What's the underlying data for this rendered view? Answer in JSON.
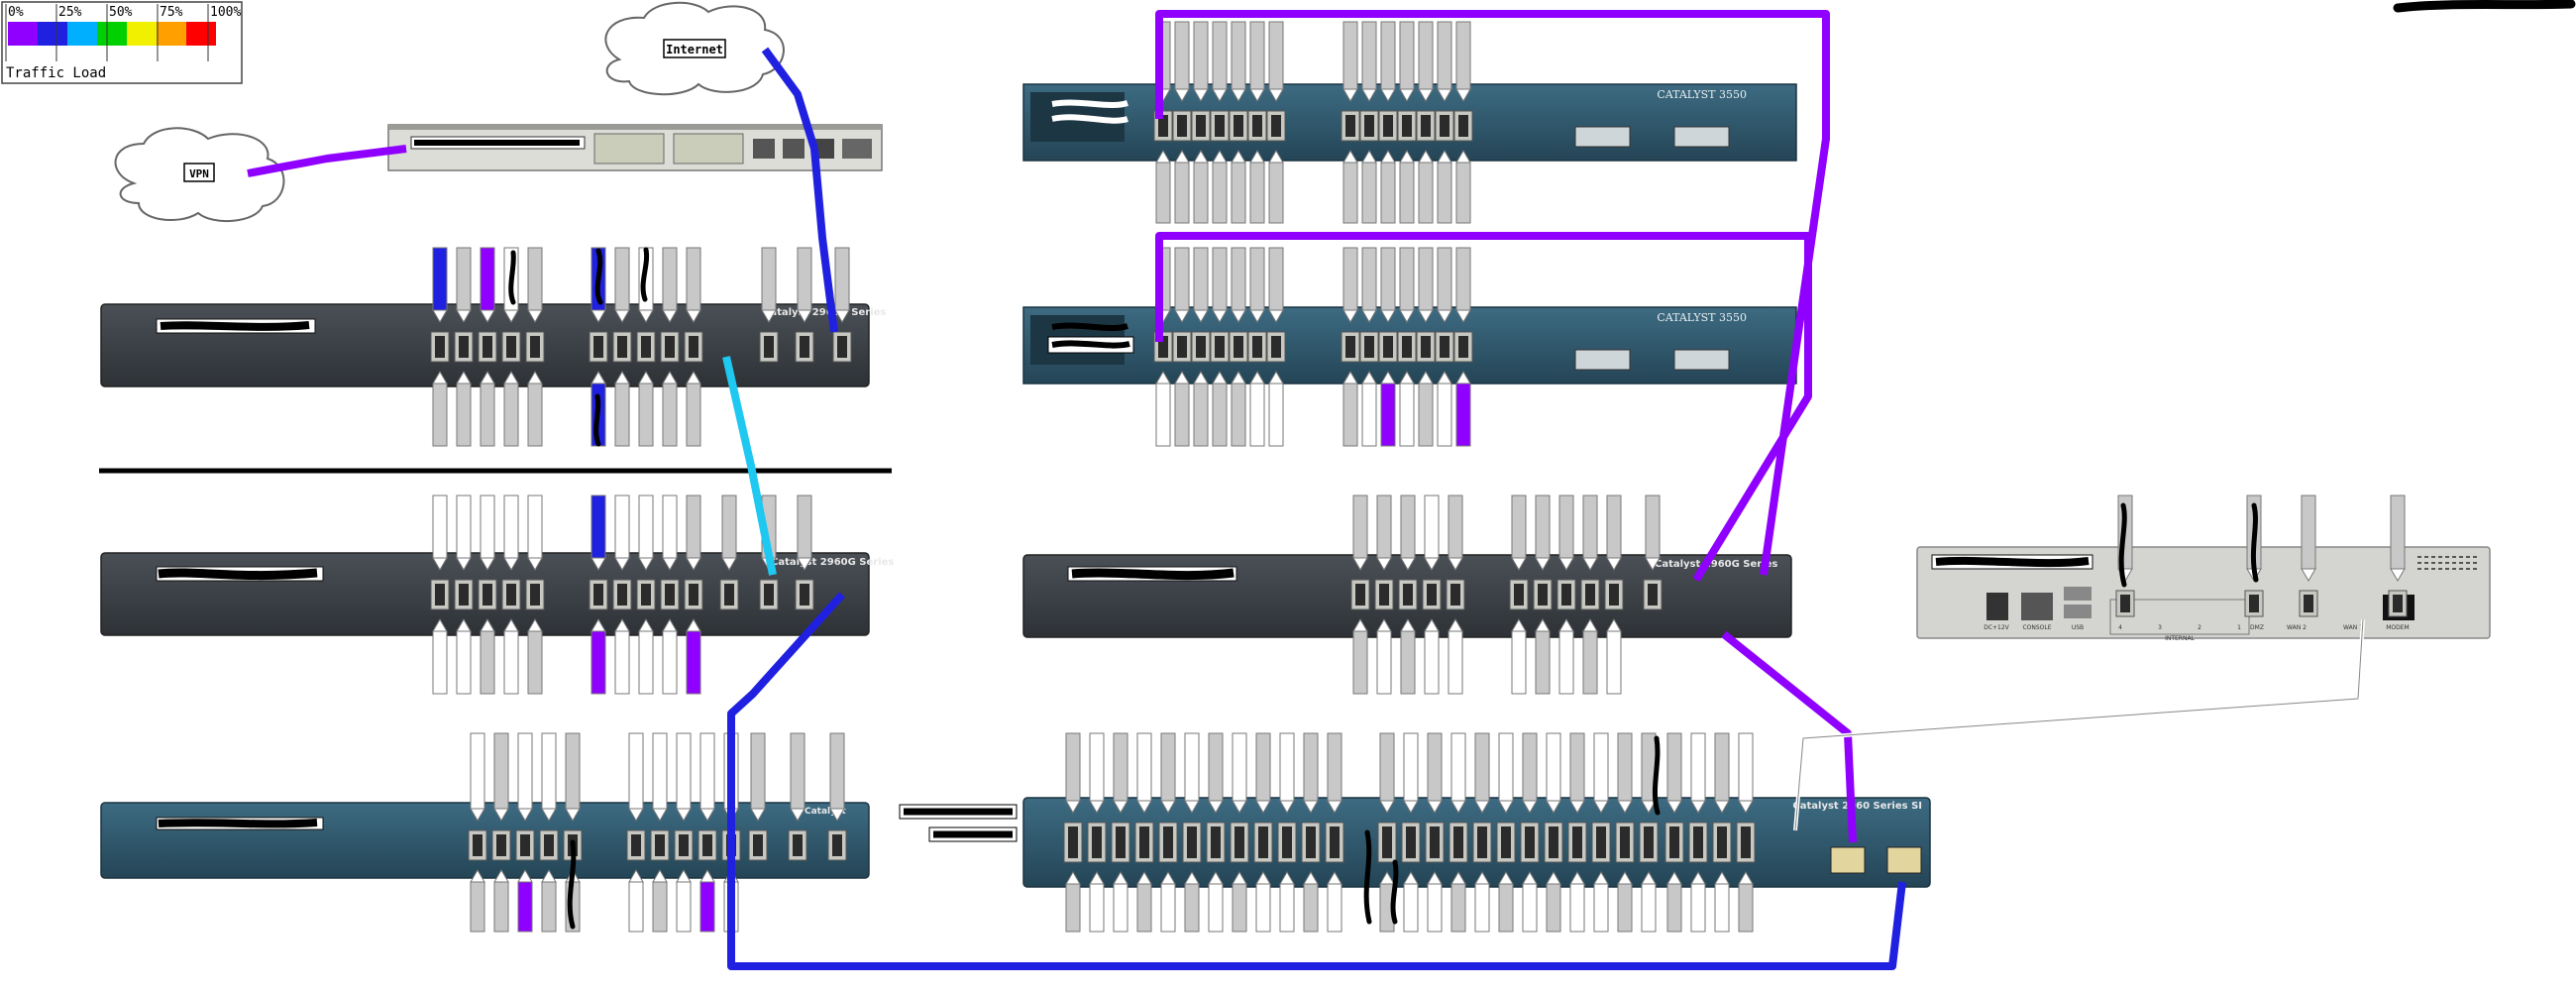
{
  "legend": {
    "ticks": [
      "0%",
      "25%",
      "50%",
      "75%",
      "100%"
    ],
    "caption": "Traffic Load",
    "colors": [
      "#8f00ff",
      "#2020e0",
      "#00b0ff",
      "#00d000",
      "#f0f000",
      "#ffa000",
      "#ff0000"
    ]
  },
  "clouds": {
    "internet": "Internet",
    "vpn": "VPN"
  },
  "devices": {
    "switch_3550_a": "CATALYST 3550",
    "switch_3550_b": "CATALYST 3550",
    "switch_2960_a": "Catalyst 2960G Series",
    "switch_2960_b": "Catalyst 2960G Series",
    "switch_2960_c": "Catalyst 2960G Series",
    "switch_2960_d": "Catalyst",
    "switch_2960_si": "Catalyst 2960 Series SI",
    "firewall_ports": [
      "DC+12V",
      "CONSOLE",
      "USB",
      "4",
      "3",
      "2",
      "1",
      "DMZ",
      "WAN 2",
      "WAN 1",
      "MODEM"
    ],
    "firewall_group": "INTERNAL"
  },
  "colors": {
    "load_low": "#8f00ff",
    "load_mid": "#2020e0",
    "load_cyan": "#1ec8f0",
    "idle": "#c8c8c8",
    "off": "#ffffff",
    "chassis_blue": "#2e5468",
    "chassis_dark": "#3a3f44",
    "firewall_grey": "#d4d4d0"
  }
}
